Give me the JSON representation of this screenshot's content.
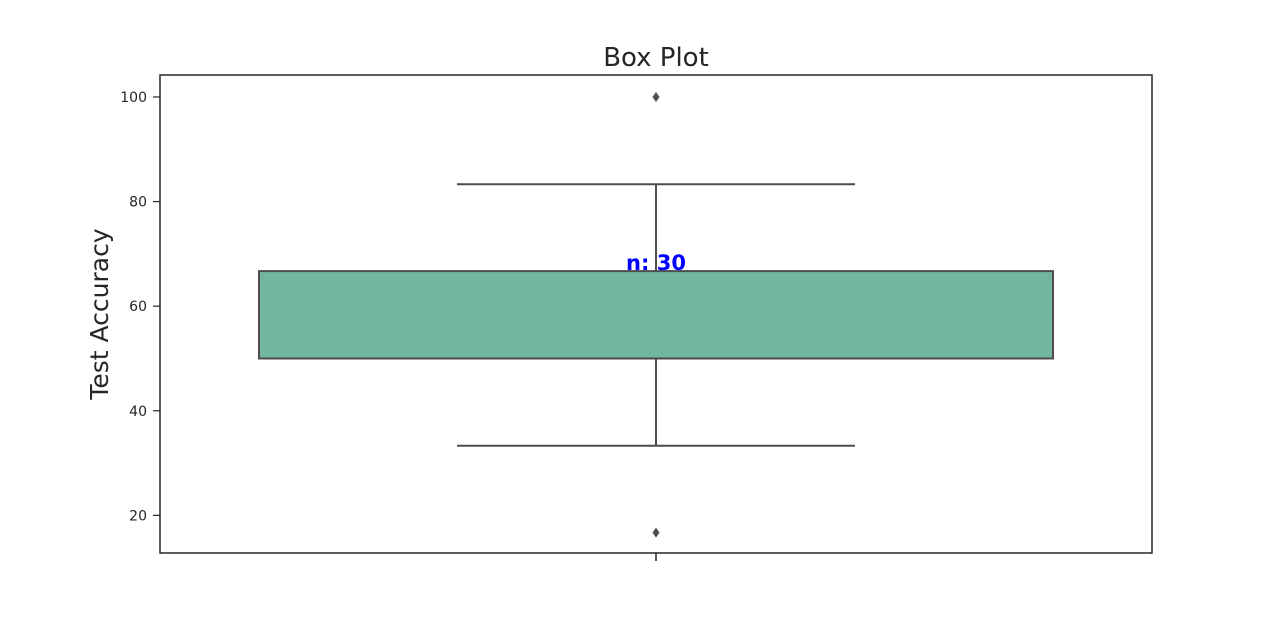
{
  "chart_data": {
    "type": "box",
    "title": "Box Plot",
    "xlabel": "",
    "ylabel": "Test Accuracy",
    "ylim": [
      12.8,
      104.2
    ],
    "yticks": [
      20,
      40,
      60,
      80,
      100
    ],
    "ytick_labels": [
      "20",
      "40",
      "60",
      "80",
      "100"
    ],
    "grid": false,
    "boxes": [
      {
        "whisker_low": 33.3,
        "q1": 50.0,
        "median": 50.0,
        "q3": 66.7,
        "whisker_high": 83.3,
        "outliers": [
          100.0,
          16.7
        ],
        "color": "#73b6a0"
      }
    ],
    "annotations": [
      {
        "text": "n: 30",
        "y": 66.7,
        "color": "#0000ff"
      }
    ]
  }
}
